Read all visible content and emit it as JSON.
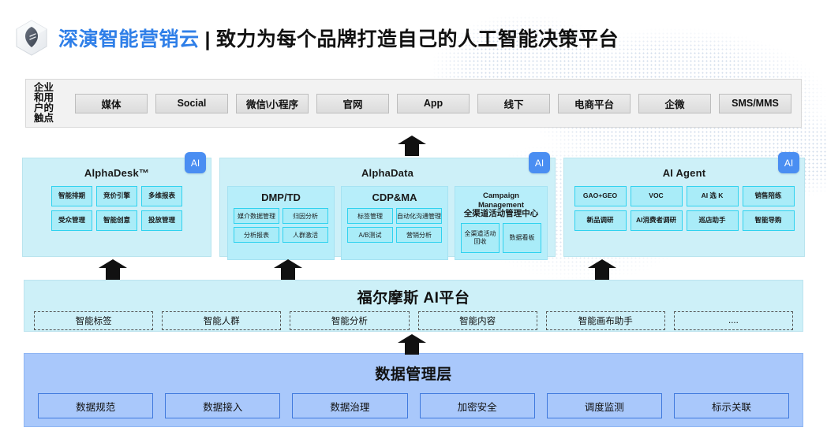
{
  "header": {
    "logo_name": "deepexi-hexagon-logo",
    "brand": "深演智能营销云",
    "separator": "|",
    "tagline": "致力为每个品牌打造自己的人工智能决策平台",
    "brand_color": "#2f7fe8"
  },
  "touchpoints": {
    "label": "企业和用户的触点",
    "label_lines": [
      "企业",
      "和用",
      "户的",
      "触点"
    ],
    "items": [
      "媒体",
      "Social",
      "微信\\小程序",
      "官网",
      "App",
      "线下",
      "电商平台",
      "企微",
      "SMS/MMS"
    ]
  },
  "products": {
    "ai_badge": "AI",
    "alphadesk": {
      "title": "AlphaDesk™",
      "cells": [
        "智能排期",
        "竞价引擎",
        "多维报表",
        "受众管理",
        "智能创意",
        "投放管理"
      ]
    },
    "alphadata": {
      "title": "AlphaData",
      "subpanels": [
        {
          "title": "DMP/TD",
          "cells": [
            "媒介数据管理",
            "归因分析",
            "分析报表",
            "人群激活"
          ]
        },
        {
          "title": "CDP&MA",
          "cells": [
            "标签管理",
            "自动化沟通管理",
            "A/B测试",
            "营销分析"
          ]
        },
        {
          "title_en": "Campaign Management",
          "title_cn": "全渠道活动管理中心",
          "cells": [
            "全渠道活动回收",
            "数据看板"
          ]
        }
      ]
    },
    "aiagent": {
      "title": "AI Agent",
      "cells": [
        "GAO+GEO",
        "VOC",
        "AI 选 K",
        "销售陪练",
        "新品调研",
        "AI消费者调研",
        "巡店助手",
        "智能导购"
      ]
    }
  },
  "holmes": {
    "title": "福尔摩斯 AI平台",
    "items": [
      "智能标签",
      "智能人群",
      "智能分析",
      "智能内容",
      "智能画布助手",
      "...."
    ]
  },
  "datalayer": {
    "title": "数据管理层",
    "items": [
      "数据规范",
      "数据接入",
      "数据治理",
      "加密安全",
      "调度监测",
      "标示关联"
    ]
  },
  "colors": {
    "brand_blue": "#2f7fe8",
    "panel_cyan": "#cdf0f8",
    "cell_cyan": "#a9ecf8",
    "cell_border": "#2fd2ef",
    "data_blue": "#a9c8fb",
    "data_border": "#3f79dd",
    "badge_blue": "#4a8ef2",
    "touch_gray": "#f2f2f2"
  }
}
